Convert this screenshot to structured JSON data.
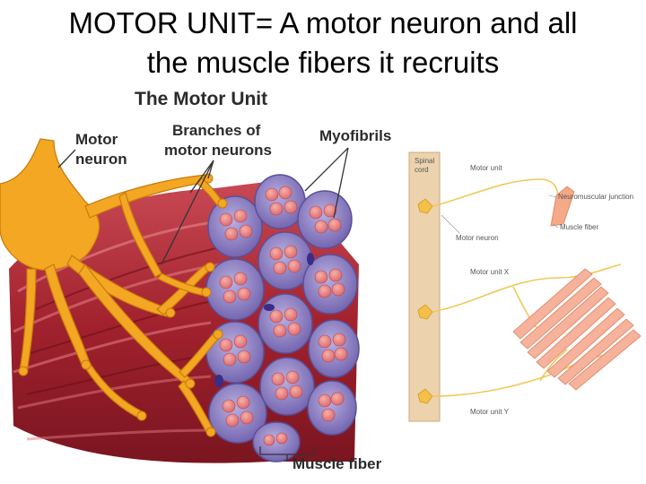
{
  "slide": {
    "title_line1": "MOTOR UNIT= A motor neuron and all",
    "title_line2": "the muscle fibers it recruits"
  },
  "left_diagram": {
    "heading": "The Motor Unit",
    "label_motor_neuron_1": "Motor",
    "label_motor_neuron_2": "neuron",
    "label_branches_1": "Branches of",
    "label_branches_2": "motor neurons",
    "label_myofibrils": "Myofibrils",
    "label_muscle_fiber": "Muscle fiber"
  },
  "right_diagram": {
    "spinal_cord_1": "Spinal",
    "spinal_cord_2": "cord",
    "motor_unit": "Motor unit",
    "nmj": "Neuromuscular junction",
    "muscle_fiber": "Muscle fiber",
    "motor_neuron": "Motor neuron",
    "motor_unit_x": "Motor unit X",
    "motor_unit_y": "Motor unit Y"
  },
  "colors": {
    "muscle_red": "#b3303b",
    "fiber_purple": "#8d7fc4",
    "myofibril_pink": "#e98a8a",
    "neuron_orange": "#f3a722",
    "cord_tan": "#ecd3ad"
  }
}
